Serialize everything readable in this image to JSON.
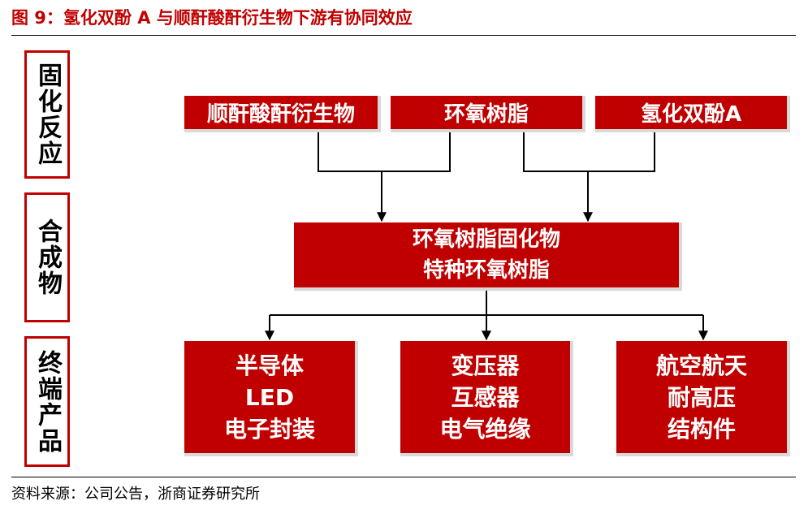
{
  "figure": {
    "title": "图 9：氢化双酚 A 与顺酐酸酐衍生物下游有协同效应",
    "source": "资料来源：公司公告，浙商证券研究所"
  },
  "stages": [
    {
      "label": "固化反应"
    },
    {
      "label": "合成物"
    },
    {
      "label": "终端产品"
    }
  ],
  "inputs": [
    {
      "label": "顺酐酸酐衍生物"
    },
    {
      "label": "环氧树脂"
    },
    {
      "label": "氢化双酚A"
    }
  ],
  "product": {
    "line1": "环氧树脂固化物",
    "line2": "特种环氧树脂"
  },
  "end_products": [
    {
      "lines": [
        "半导体",
        "LED",
        "电子封装"
      ]
    },
    {
      "lines": [
        "变压器",
        "互感器",
        "电气绝缘"
      ]
    },
    {
      "lines": [
        "航空航天",
        "耐高压",
        "结构件"
      ]
    }
  ],
  "colors": {
    "accent": "#c00000",
    "text_on_accent": "#ffffff",
    "shadow": "#d9d9d9"
  }
}
